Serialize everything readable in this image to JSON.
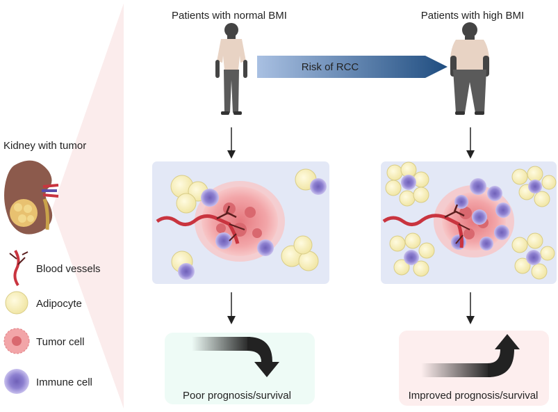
{
  "patients": {
    "normal_label": "Patients with normal BMI",
    "high_label": "Patients with high BMI"
  },
  "risk_arrow": {
    "label": "Risk of RCC",
    "color_start": "#a9c0e2",
    "color_end": "#1f4d80"
  },
  "legend": {
    "kidney_title": "Kidney with tumor",
    "items": [
      {
        "label": "Blood vessels",
        "icon": "blood-vessel-icon"
      },
      {
        "label": "Adipocyte",
        "icon": "adipocyte-icon"
      },
      {
        "label": "Tumor cell",
        "icon": "tumor-cell-icon"
      },
      {
        "label": "Immune cell",
        "icon": "immune-cell-icon"
      }
    ]
  },
  "outcomes": {
    "poor": "Poor prognosis/survival",
    "improved": "Improved prognosis/survival"
  },
  "colors": {
    "panel_bg": "#e3e8f6",
    "adipocyte": "#f7efbd",
    "tumor": "#f0a3a6",
    "immune": "#9a8fd6",
    "vessel": "#c9343f",
    "poor_box": "#eefbf6",
    "improved_box": "#fdeeee",
    "side_panel": "#fbecec"
  }
}
